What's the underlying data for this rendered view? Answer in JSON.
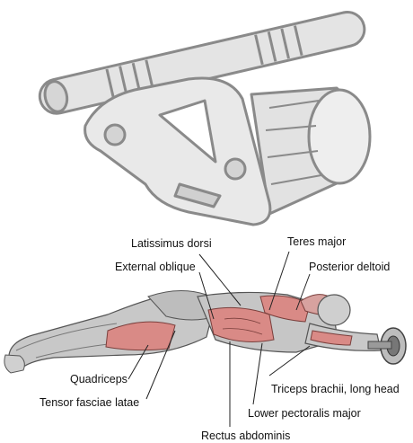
{
  "labels": {
    "latissimus_dorsi": "Latissimus dorsi",
    "teres_major": "Teres major",
    "external_oblique": "External oblique",
    "posterior_deltoid": "Posterior deltoid",
    "quadriceps": "Quadriceps",
    "tensor_fasciae_latae": "Tensor fasciae latae",
    "triceps_brachii": "Triceps brachii, long head",
    "lower_pectoralis_major": "Lower pectoralis major",
    "rectus_abdominis": "Rectus abdominis"
  },
  "colors": {
    "equipment_stroke": "#8a8a8a",
    "equipment_fill": "#e6e6e6",
    "highlight_muscle": "#d98a86",
    "body_shading": "#bcbcbc"
  }
}
